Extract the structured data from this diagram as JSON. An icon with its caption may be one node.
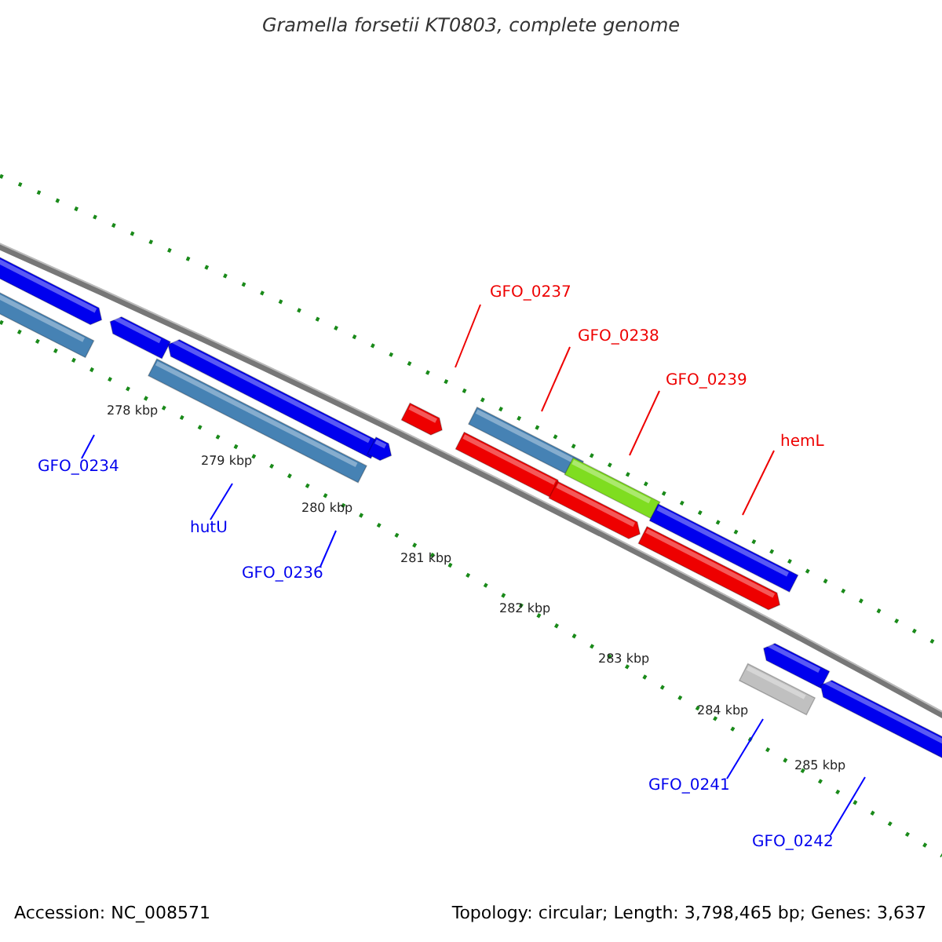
{
  "diagram": {
    "title": "Gramella forsetii KT0803, complete genome",
    "nodes": [
      {
        "text": [
          "GFO_0237"
        ]
      },
      {
        "text": [
          "GFO_0238"
        ]
      },
      {
        "text": [
          "GFO_0239"
        ]
      },
      {
        "text": [
          "hemL"
        ]
      },
      {
        "text": [
          "GFO_0234"
        ]
      },
      {
        "text": [
          "hutU"
        ]
      },
      {
        "text": [
          "GFO_0236"
        ]
      },
      {
        "text": [
          "GFO_0241"
        ]
      },
      {
        "text": [
          "GFO_0242"
        ]
      }
    ],
    "edges": [
      {
        "from": 0,
        "to": null,
        "arrow": "none",
        "color": "#ee0000"
      },
      {
        "from": 1,
        "to": null,
        "arrow": "none",
        "color": "#ee0000"
      },
      {
        "from": 2,
        "to": null,
        "arrow": "none",
        "color": "#ee0000"
      },
      {
        "from": 3,
        "to": null,
        "arrow": "none",
        "color": "#ee0000"
      },
      {
        "from": 4,
        "to": null,
        "arrow": "none",
        "color": "#0000ff"
      },
      {
        "from": 5,
        "to": null,
        "arrow": "none",
        "color": "#0000ff"
      },
      {
        "from": 6,
        "to": null,
        "arrow": "none",
        "color": "#0000ff"
      },
      {
        "from": 7,
        "to": null,
        "arrow": "none",
        "color": "#0000ff"
      },
      {
        "from": 8,
        "to": null,
        "arrow": "none",
        "color": "#0000ff"
      }
    ],
    "labels": [
      "278 kbp",
      "279 kbp",
      "280 kbp",
      "281 kbp",
      "282 kbp",
      "283 kbp",
      "284 kbp",
      "285 kbp",
      "Accession: NC_008571",
      "Topology: circular; Length: 3,798,465 bp; Genes: 3,637"
    ]
  }
}
